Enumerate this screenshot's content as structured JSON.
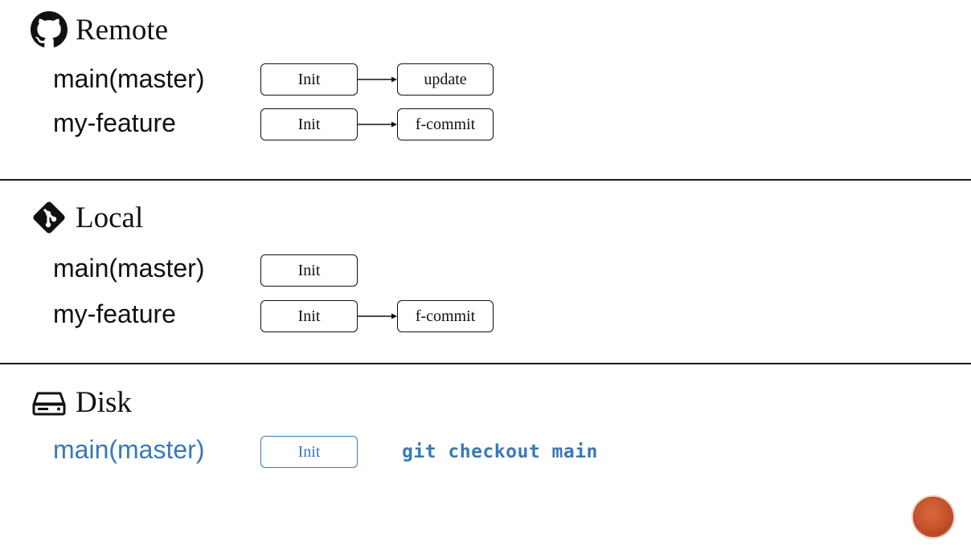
{
  "sections": {
    "remote": {
      "title": "Remote",
      "icon": "github-icon",
      "branches": [
        {
          "name": "main(master)",
          "commits": [
            "Init",
            "update"
          ]
        },
        {
          "name": "my-feature",
          "commits": [
            "Init",
            "f-commit"
          ]
        }
      ]
    },
    "local": {
      "title": "Local",
      "icon": "git-icon",
      "branches": [
        {
          "name": "main(master)",
          "commits": [
            "Init"
          ]
        },
        {
          "name": "my-feature",
          "commits": [
            "Init",
            "f-commit"
          ]
        }
      ]
    },
    "disk": {
      "title": "Disk",
      "icon": "hard-drive-icon",
      "branches": [
        {
          "name": "main(master)",
          "commits": [
            "Init"
          ]
        }
      ],
      "command": "git checkout main"
    }
  },
  "colors": {
    "text": "#111111",
    "highlight": "#3a78b8",
    "badge": "#c4522a"
  }
}
